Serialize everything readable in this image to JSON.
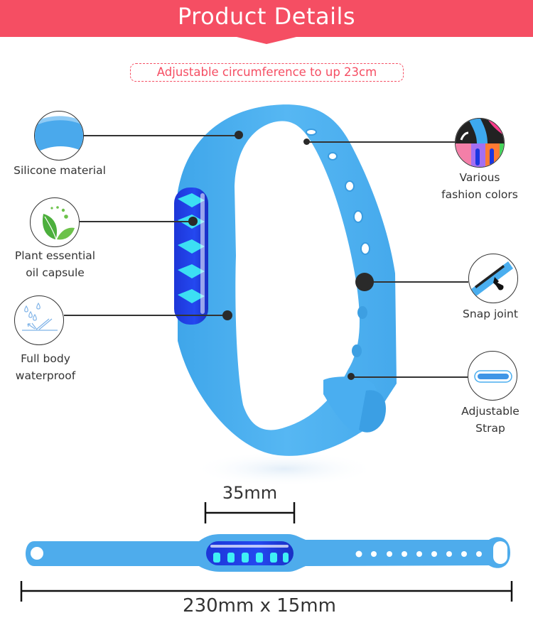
{
  "header": {
    "title": "Product Details",
    "color": "#f54e63"
  },
  "subtitle": "Adjustable circumference to up 23cm",
  "features_left": [
    {
      "label_lines": [
        "Silicone material"
      ],
      "icon": "silicone-swatch-icon"
    },
    {
      "label_lines": [
        "Plant essential",
        "oil capsule"
      ],
      "icon": "plant-leaf-icon"
    },
    {
      "label_lines": [
        "Full body",
        "waterproof"
      ],
      "icon": "water-drops-icon"
    }
  ],
  "features_right": [
    {
      "label_lines": [
        "Various",
        "fashion colors"
      ],
      "icon": "color-bands-icon"
    },
    {
      "label_lines": [
        "Snap joint"
      ],
      "icon": "snap-joint-icon"
    },
    {
      "label_lines": [
        "Adjustable",
        "Strap"
      ],
      "icon": "strap-icon"
    }
  ],
  "dimensions": {
    "capsule_width": "35mm",
    "total_size": "230mm x 15mm"
  },
  "colors": {
    "band_blue": "#4db0ef",
    "capsule_blue": "#1a3fe0",
    "capsule_cyan": "#3ff0f5",
    "text_dark": "#333333"
  }
}
